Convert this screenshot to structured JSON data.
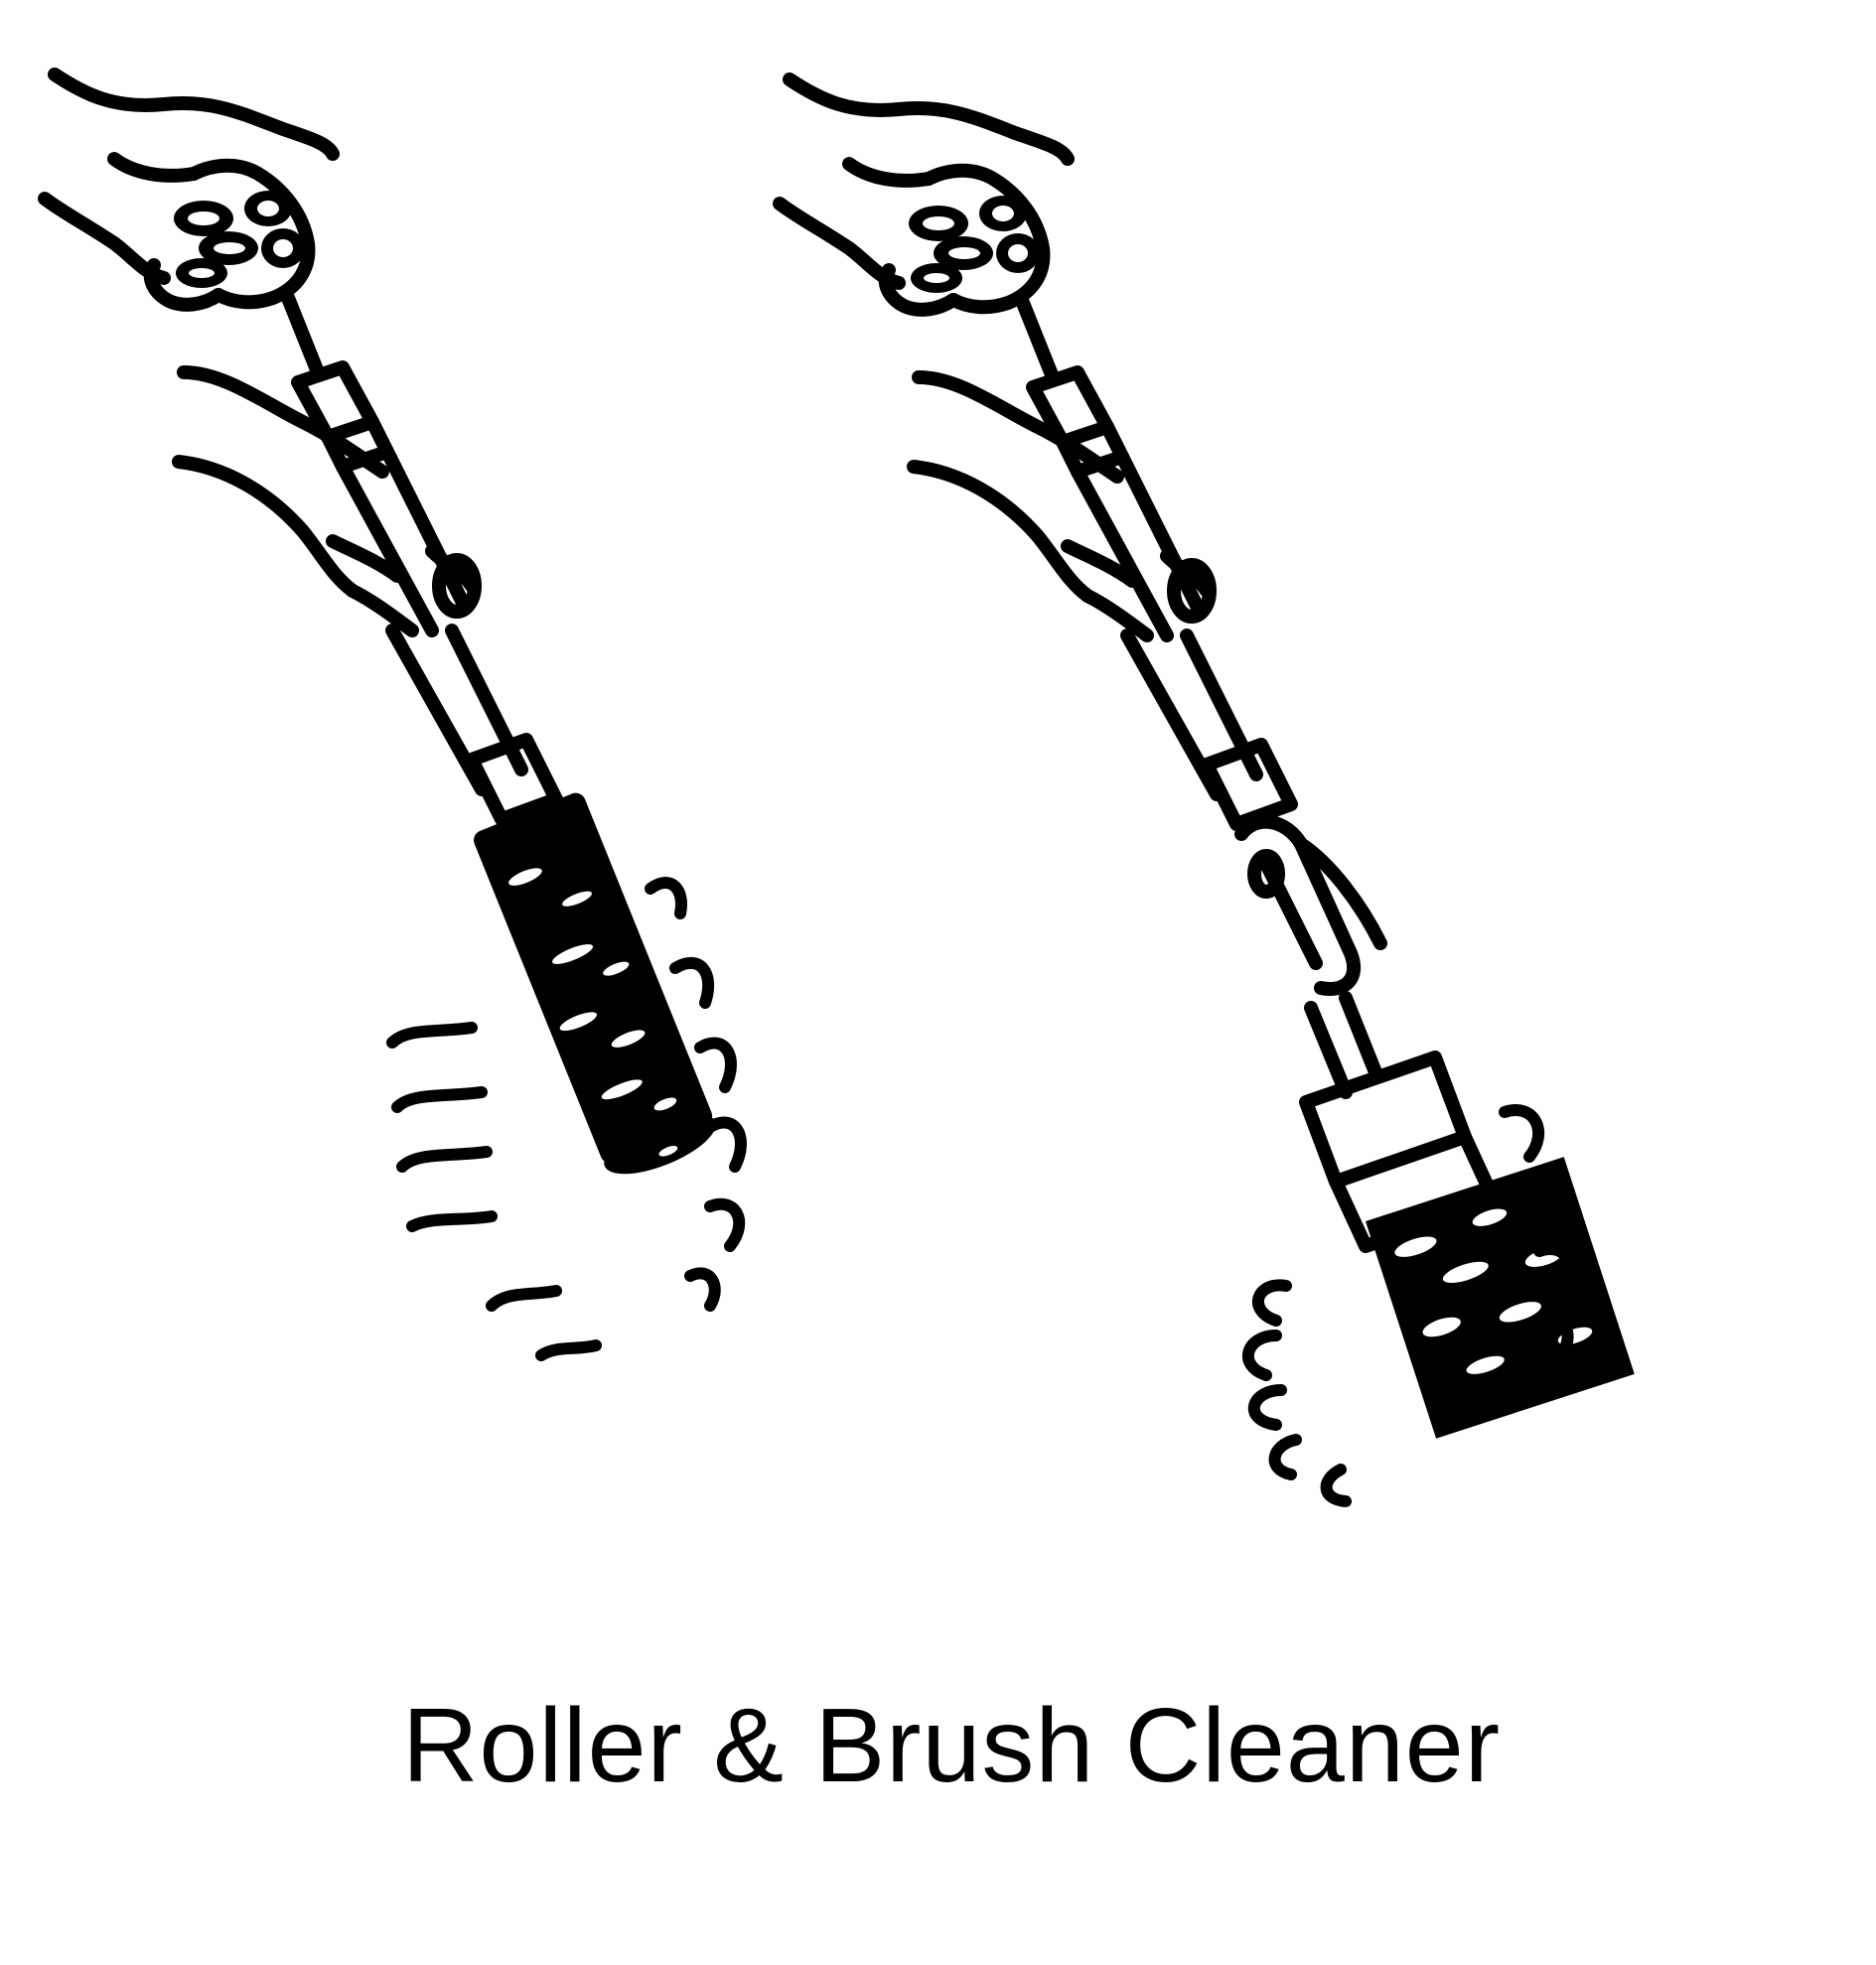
{
  "caption": "Roller & Brush Cleaner",
  "illustrations": [
    {
      "name": "roller-cleaner",
      "depicts": "hands spinning a paint roller with the cleaner tool"
    },
    {
      "name": "brush-cleaner",
      "depicts": "hands spinning a paint brush with the cleaner tool"
    }
  ],
  "colors": {
    "ink": "#000000",
    "paper": "#ffffff"
  }
}
